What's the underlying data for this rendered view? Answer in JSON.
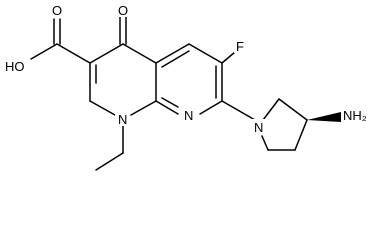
{
  "molecule": {
    "atoms": {
      "hydroxyl": "HO",
      "carboxyl_oxygen": "O",
      "ketone_oxygen": "O",
      "fluorine": "F",
      "n1": "N",
      "n8": "N",
      "pyrrolidine_n": "N",
      "amine": "NH₂"
    }
  }
}
